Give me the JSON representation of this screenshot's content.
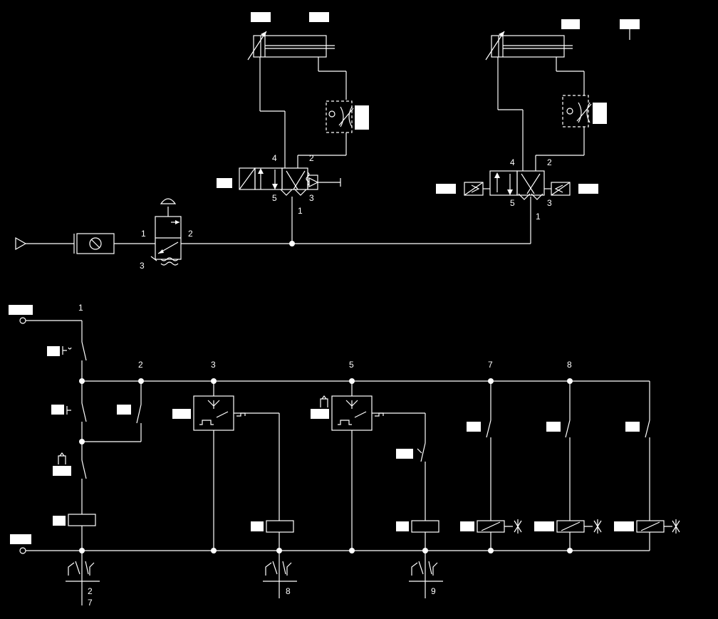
{
  "colors": {
    "background": "#000000",
    "line": "#ffffff"
  },
  "pneumatic": {
    "valve_left_ports": [
      "4",
      "2",
      "5",
      "3",
      "1"
    ],
    "valve_right_ports": [
      "4",
      "2",
      "5",
      "3",
      "1"
    ],
    "service_valve_ports": [
      "1",
      "2",
      "3"
    ]
  },
  "electrical": {
    "top_rail_label": "1",
    "rung_numbers": [
      "2",
      "3",
      "5",
      "7",
      "8"
    ],
    "contact_references": [
      "2",
      "7",
      "8",
      "9"
    ]
  }
}
